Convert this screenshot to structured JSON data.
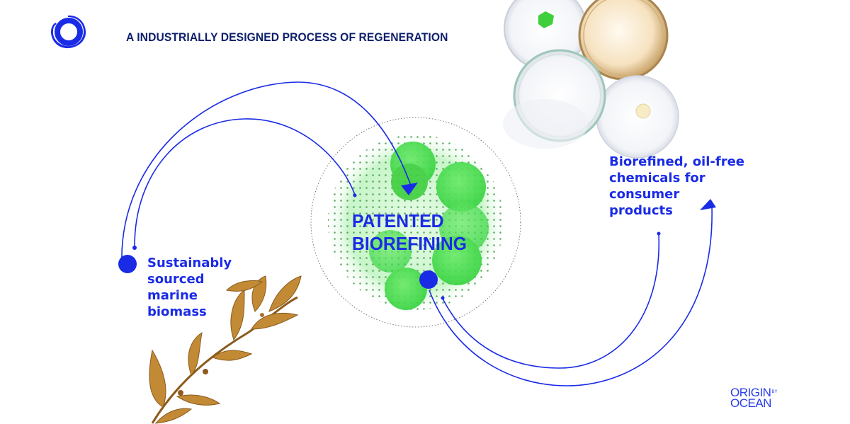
{
  "header": {
    "title": "A INDUSTRIALLY DESIGNED PROCESS OF REGENERATION",
    "logo_icon": "ring-logo-icon"
  },
  "diagram": {
    "center": {
      "line1": "PATENTED",
      "line2": "BIOREFINING"
    },
    "source": {
      "lines": [
        "Sustainably",
        "sourced",
        "marine",
        "biomass"
      ],
      "image": "seaweed-illustration"
    },
    "output": {
      "lines": [
        "Biorefined, oil-free",
        "chemicals for",
        "consumer",
        "products"
      ],
      "image": "petri-dishes-illustration"
    },
    "colors": {
      "accent": "#1a2be6",
      "title": "#0e1f6b",
      "cell_green": "#3ddc4a",
      "seaweed": "#b07a2a"
    }
  },
  "brand": {
    "line1": "ORIGIN",
    "by": "BY",
    "line2": "OCEAN"
  }
}
